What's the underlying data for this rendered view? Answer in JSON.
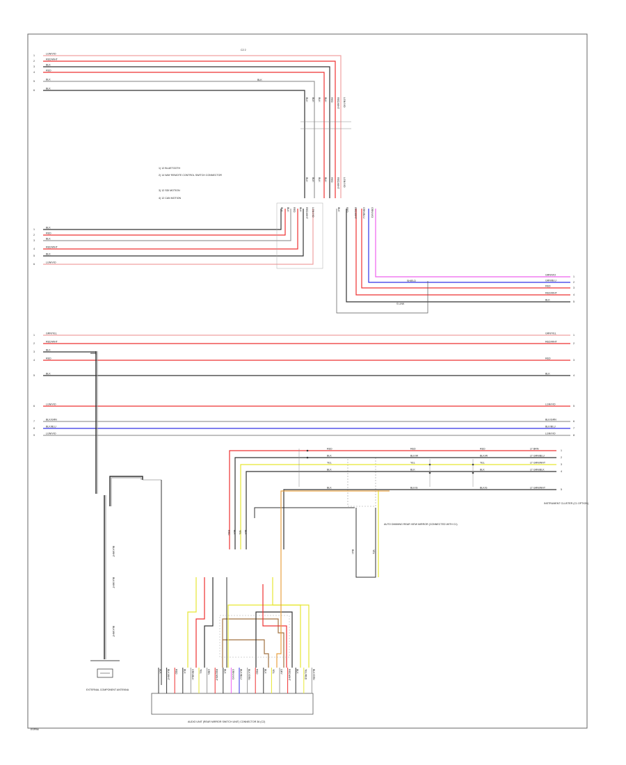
{
  "frame": {
    "page_number": "ESPB6",
    "top_marker": "C2 2"
  },
  "colors": {
    "RED": "#ee3030",
    "YELLOW": "#e6e632",
    "BLACK": "#333333",
    "GRAY": "#9a9a9a",
    "BLUE": "#3030e6",
    "PINK": "#ee60ee",
    "ORANGE": "#e8a040",
    "BROWN": "#a07040",
    "LIGHTRED": "#f0a0a0"
  },
  "top_left_bus": {
    "wires": [
      {
        "label": "LGN/VIO",
        "pin": "1",
        "color": "LIGHTRED"
      },
      {
        "label": "RED/WHT",
        "pin": "2",
        "color": "RED"
      },
      {
        "label": "BLK",
        "pin": "3",
        "color": "BLACK"
      },
      {
        "label": "RED",
        "pin": "4",
        "color": "RED"
      },
      {
        "label": "BLK",
        "pin": "5",
        "color": "GRAY"
      },
      {
        "label": "BLK",
        "pin": "6",
        "color": "BLACK"
      }
    ],
    "vertical_labels": [
      "BLK",
      "BLK",
      "BLK",
      "BLK",
      "RED",
      "RED/WHT",
      "LGN/VIO"
    ]
  },
  "legend": {
    "items": [
      "1) 12 BLUETOOTH",
      "2) 14 WAY REMOTE CONTROL SWITCH CONNECTOR",
      "3) 12 SDI MOTION",
      "4) 12 CAN MOTION"
    ]
  },
  "middle_left_bus": {
    "wires": [
      {
        "label": "BLK",
        "pin": "1",
        "color": "BLACK"
      },
      {
        "label": "RED",
        "pin": "2",
        "color": "RED"
      },
      {
        "label": "BLK",
        "pin": "3",
        "color": "GRAY"
      },
      {
        "label": "RED/WHT",
        "pin": "4",
        "color": "RED"
      },
      {
        "label": "BLK",
        "pin": "5",
        "color": "BLACK"
      },
      {
        "label": "LGN/VIO",
        "pin": "6",
        "color": "LIGHTRED"
      }
    ]
  },
  "right_bus": {
    "wires": [
      {
        "label": "GRN/VIO",
        "pin": "1",
        "color": "PINK"
      },
      {
        "label": "GRN/BLU",
        "pin": "2",
        "color": "BLUE"
      },
      {
        "label": "RED",
        "pin": "3",
        "color": "RED"
      },
      {
        "label": "RED/WHT",
        "pin": "4",
        "color": "RED"
      },
      {
        "label": "BLK",
        "pin": "5",
        "color": "BLACK"
      }
    ],
    "inline_labels": [
      "SHIELD",
      "S LINK"
    ]
  },
  "long_bus": {
    "wires": [
      {
        "left": "GRN/YEL",
        "right": "GRN/YEL",
        "lpin": "1",
        "rpin": "1",
        "color": "LIGHTRED"
      },
      {
        "left": "RED/WHT",
        "right": "RED/WHT",
        "lpin": "2",
        "rpin": "2",
        "color": "RED"
      },
      {
        "left": "BLK",
        "right": "",
        "lpin": "3",
        "rpin": "",
        "color": "BLACK"
      },
      {
        "left": "RED",
        "right": "RED",
        "lpin": "4",
        "rpin": "3",
        "color": "RED"
      },
      {
        "left": "BLK",
        "right": "BLK",
        "lpin": "5",
        "rpin": "4",
        "color": "BLACK"
      },
      {
        "left": "LGN/VIO",
        "right": "LGN/VIO",
        "lpin": "6",
        "rpin": "5",
        "color": "RED"
      },
      {
        "left": "BLK/GRN",
        "right": "BLK/GRN",
        "lpin": "7",
        "rpin": "6",
        "color": "GRAY"
      },
      {
        "left": "BLK/BLU",
        "right": "BLK/BLU",
        "lpin": "8",
        "rpin": "7",
        "color": "BLUE"
      },
      {
        "left": "LGN/VIO",
        "right": "LGN/VIO",
        "lpin": "9",
        "rpin": "8",
        "color": "GRAY"
      }
    ]
  },
  "lower_right": {
    "wires": [
      {
        "label": "LT BRN",
        "pin": "1",
        "color": "RED"
      },
      {
        "label": "LT GRN/BLU",
        "pin": "2",
        "color": "BLACK"
      },
      {
        "label": "LT GRN/WHT",
        "pin": "3",
        "color": "YELLOW"
      },
      {
        "label": "LT GRN/BLK",
        "pin": "4",
        "color": "BLACK"
      },
      {
        "label": "LT GRN/WHT",
        "pin": "5",
        "color": "BLACK"
      }
    ],
    "connector_label": "INSTRUMENT CLUSTER (C1 OPTION)",
    "note_label": "AUTO DIMMING REAR VIEW MIRROR (CONNECTED WITH C1)"
  },
  "antenna": {
    "label": "EXTERNAL COMPONENT ANTENNA",
    "wire_labels": [
      "BLK/WHT",
      "BLK/WHT",
      "BLK/WHT"
    ]
  },
  "module": {
    "label": "AUDIO UNIT (REAR MIRROR SWITCH UNIT) CONNECTOR 36 (C2)",
    "pin_labels": [
      "BLK",
      "BLK/WHT",
      "RED",
      "BLK",
      "GRN/BLK",
      "YEL",
      "GRN",
      "RED/WHT",
      "BLK",
      "GRN/VIO",
      "BLK/BLU",
      "BLK/GRN",
      "RED",
      "BLK",
      "YEL",
      "GRY",
      "RED/WHT",
      "BLK",
      "YEL/RED",
      "BLK/GRN"
    ]
  }
}
